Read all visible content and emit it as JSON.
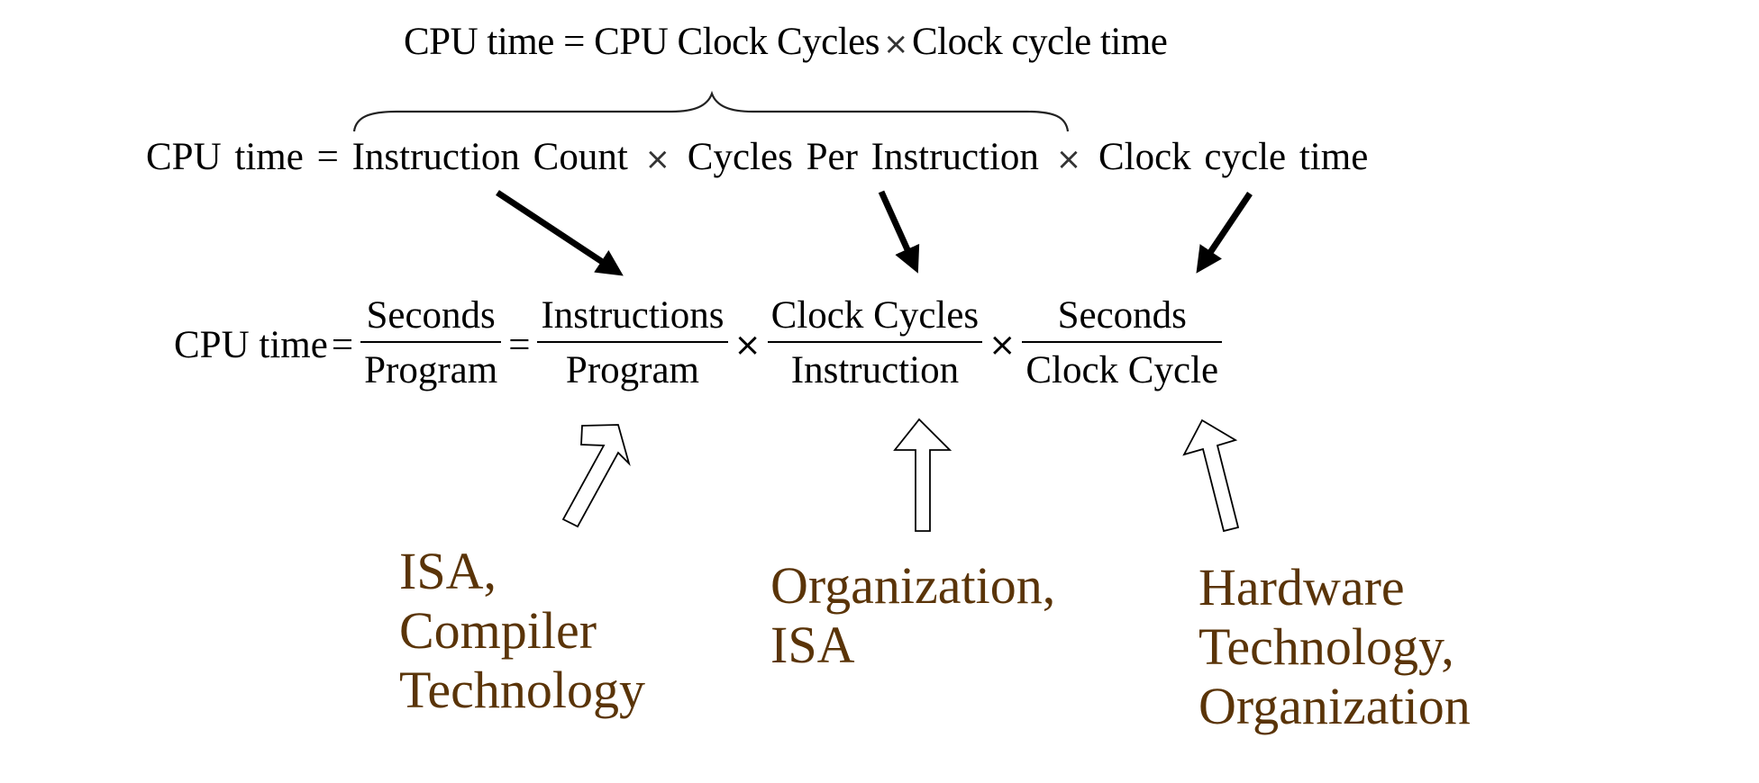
{
  "colors": {
    "text": "#000000",
    "label": "#5a3408",
    "background": "#ffffff"
  },
  "equation_1": {
    "lhs": "CPU time",
    "equals": "=",
    "term1": "CPU Clock Cycles",
    "times": "×",
    "term2": "Clock cycle time"
  },
  "equation_2": {
    "lhs": "CPU time",
    "equals": "=",
    "term1": "Instruction Count",
    "times1": "×",
    "term2": "Cycles Per Instruction",
    "times2": "×",
    "term3": "Clock cycle time"
  },
  "equation_3": {
    "lhs": "CPU time",
    "equals1": "=",
    "frac0": {
      "num": "Seconds",
      "den": "Program"
    },
    "equals2": "=",
    "frac1": {
      "num": "Instructions",
      "den": "Program"
    },
    "times1": "×",
    "frac2": {
      "num": "Clock Cycles",
      "den": "Instruction"
    },
    "times2": "×",
    "frac3": {
      "num": "Seconds",
      "den": "Clock Cycle"
    }
  },
  "influences": [
    {
      "label": "ISA,\nCompiler\nTechnology"
    },
    {
      "label": "Organization,\nISA"
    },
    {
      "label": "Hardware\nTechnology,\nOrganization"
    }
  ],
  "icons": {
    "brace": "curly-brace-icon",
    "arrow_solid": "arrow-down-icon",
    "arrow_hollow": "arrow-up-outline-icon"
  }
}
